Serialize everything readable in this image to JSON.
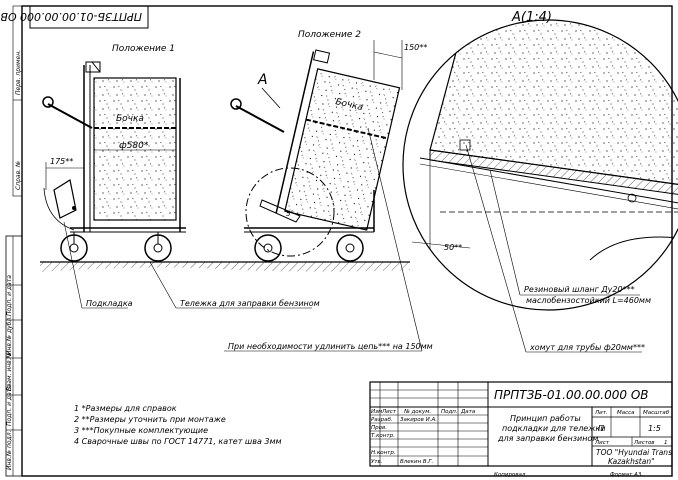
{
  "sheet": {
    "top_stamp": "ПРПТЗБ-01.00.00.000 ОВ",
    "view_label": "А(1:4)",
    "position1_label": "Положение 1",
    "position2_label": "Положение 2",
    "view_marker": "А",
    "dim_150": "150**",
    "dim_175": "175**",
    "dim_580": "ф580*",
    "dim_50": "50**",
    "angle_label": "5°",
    "barrel_label_1": "Бочка",
    "barrel_label_2": "Бочка",
    "callout_pad": "Подкладка",
    "callout_cart": "Тележка для заправки бензином",
    "callout_chain": "При необходимости удлинить цепь*** на 150мм",
    "callout_hose_1": "Резиновый шланг Ду20***",
    "callout_hose_2": "маслобензостойкий L=460мм",
    "callout_clamp": "хомут для трубы ф20мм***"
  },
  "side_strip": [
    "Инв.№ подл.",
    "Подп. и дата",
    "Взам. инв.№",
    "Инв.№ дубл.",
    "Подп. и дата",
    "Справ. №",
    "Перв. примен."
  ],
  "notes": [
    "1  *Размеры для справок",
    "2  **Размеры уточнить при монтаже",
    "3  ***Покупные комплектующие",
    "4  Сварочные швы по ГОСТ 14771, катет шва 3мм"
  ],
  "title_block": {
    "doc_number": "ПРПТЗБ-01.00.00.000 ОВ",
    "title_1": "Принцип работы",
    "title_2": "подкладки для тележки",
    "title_3": "для заправки бензином",
    "header_cells": [
      "Изм",
      "Лист",
      "№ докум.",
      "Подп.",
      "Дата"
    ],
    "row_labels": [
      "Разраб.",
      "Пров.",
      "Т.контр.",
      "",
      "Н.контр.",
      "Утв."
    ],
    "developer": "Закиров И.А.",
    "approver": "Влекин В.Г.",
    "lit_label": "Лит.",
    "mass_label": "Масса",
    "scale_label": "Масштаб",
    "lit_value": "П",
    "scale_value": "1:5",
    "sheet_label": "Лист",
    "sheets_label": "Листов",
    "sheets_value": "1",
    "company_1": "ТОО \"Hyundai Trans",
    "company_2": "Kazakhstan\"",
    "copied": "Копировал",
    "format": "Формат    А3"
  }
}
